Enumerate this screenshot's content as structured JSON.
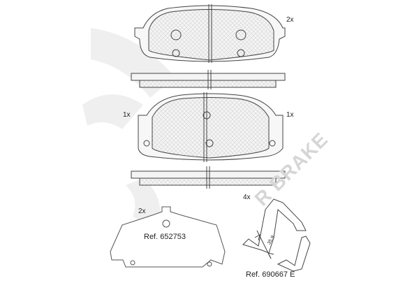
{
  "labels": {
    "top_pad_qty": "2x",
    "mid_pad_left_qty": "1x",
    "mid_pad_right_qty": "1x",
    "shim_qty": "2x",
    "clip_qty": "4x",
    "shim_ref": "Ref. 652753",
    "clip_ref": "Ref. 690667 E",
    "clip_dim": "35.9"
  },
  "watermark": {
    "brand": "R BRAKE"
  },
  "colors": {
    "line": "#444444",
    "pad_fill": "#ececec",
    "hatch": "#cfcfcf",
    "watermark": "#d6d6d6"
  }
}
